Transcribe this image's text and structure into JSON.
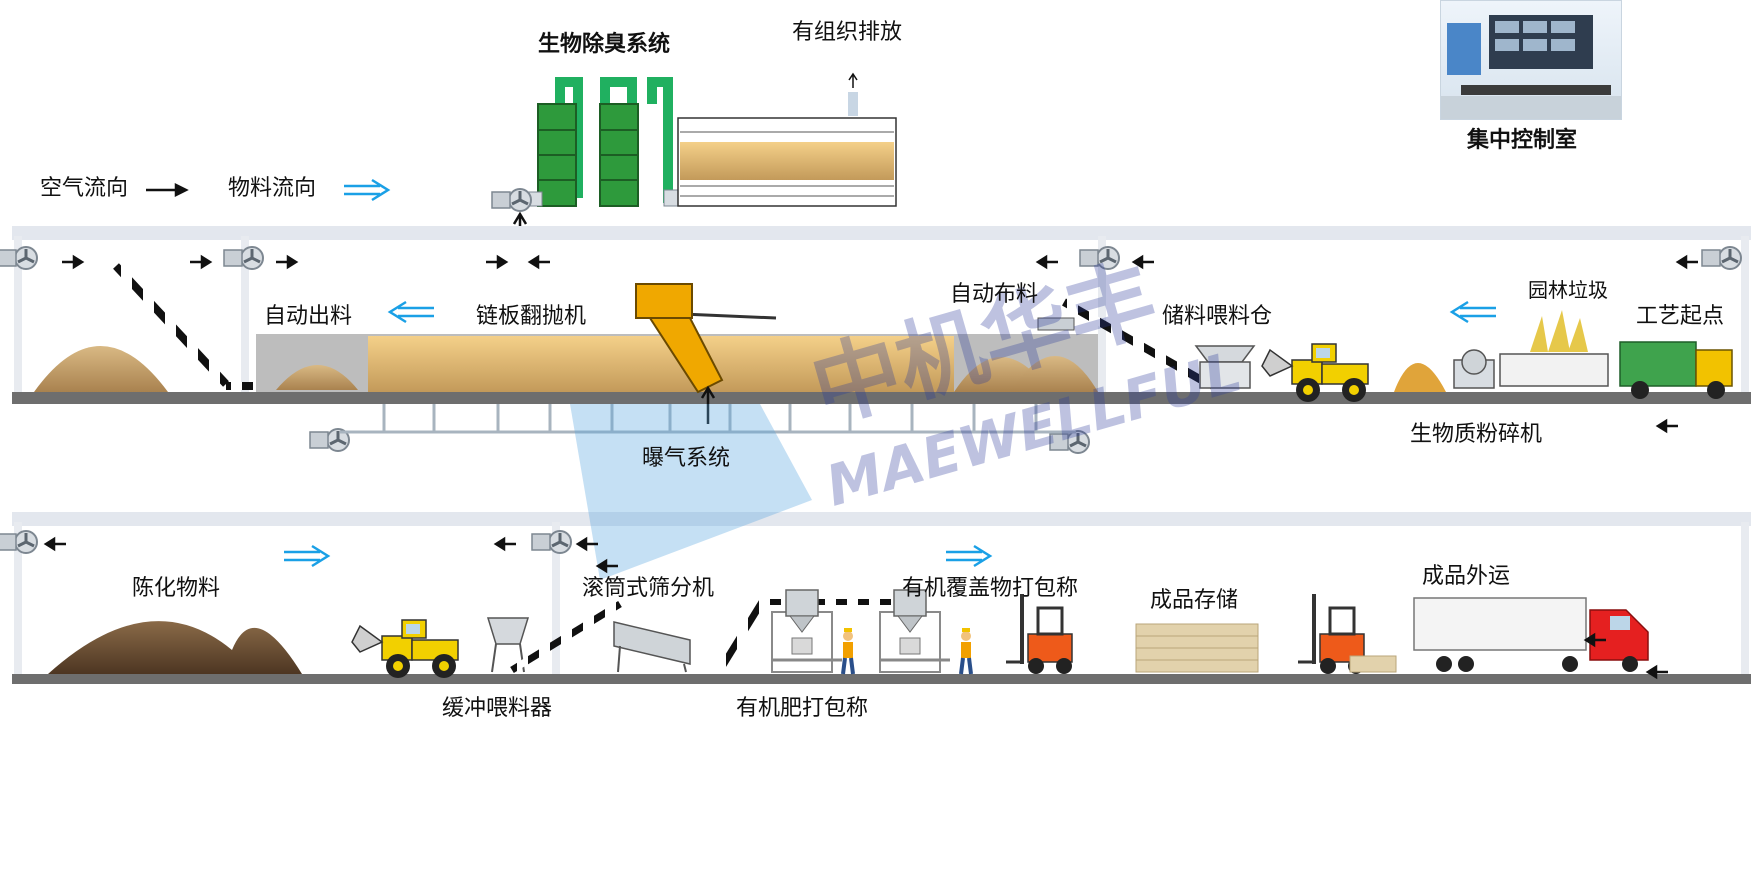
{
  "labels": {
    "bio_deodor": "生物除臭系统",
    "organized_emission": "有组织排放",
    "control_room": "集中控制室",
    "air_flow": "空气流向",
    "material_flow": "物料流向",
    "auto_discharge": "自动出料",
    "chain_turner": "链板翻抛机",
    "auto_distribute": "自动布料",
    "storage_bin": "储料喂料仓",
    "garden_waste": "园林垃圾",
    "process_start": "工艺起点",
    "aeration": "曝气系统",
    "biomass_crusher": "生物质粉碎机",
    "aged_material": "陈化物料",
    "drum_screen": "滚筒式筛分机",
    "mulch_packer": "有机覆盖物打包称",
    "product_storage": "成品存储",
    "product_shipping": "成品外运",
    "buffer_feeder": "缓冲喂料器",
    "fertilizer_packer": "有机肥打包称"
  },
  "watermark": {
    "cn": "中机华丰",
    "en": "MAEWELLFUL"
  },
  "colors": {
    "black_arrow": "#111111",
    "blue_arrow": "#1aa0e6",
    "tower_green": "#2e9a3c",
    "loader_yellow": "#f2d000",
    "truck_red": "#e52020",
    "compost": "#c9a06a",
    "floor": "#6e6e6e",
    "roof": "#e3e7ee",
    "watermark": "#2a3a9a"
  },
  "icons": [
    "fan-icon",
    "loader-icon",
    "truck-icon",
    "forklift-icon",
    "worker-icon",
    "conveyor-icon",
    "turner-icon",
    "bio-tower-icon",
    "screen-drum-icon"
  ]
}
